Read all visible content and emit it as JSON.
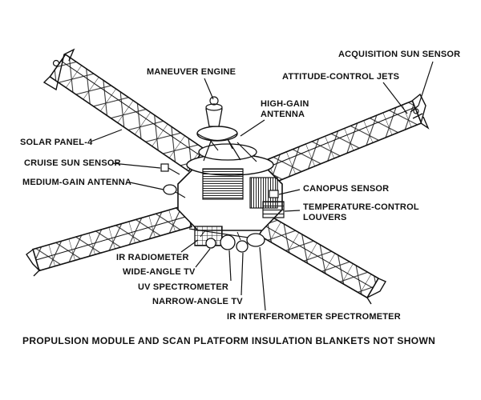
{
  "diagram": {
    "labels": {
      "maneuver_engine": "MANEUVER ENGINE",
      "attitude_control_jets": "ATTITUDE-CONTROL JETS",
      "acquisition_sun_sensor": "ACQUISITION SUN SENSOR",
      "high_gain_antenna": "HIGH-GAIN ANTENNA",
      "solar_panel_4": "SOLAR PANEL-4",
      "cruise_sun_sensor": "CRUISE SUN SENSOR",
      "medium_gain_antenna": "MEDIUM-GAIN ANTENNA",
      "canopus_sensor": "CANOPUS SENSOR",
      "temperature_control_louvers": "TEMPERATURE-CONTROL LOUVERS",
      "ir_radiometer": "IR RADIOMETER",
      "wide_angle_tv": "WIDE-ANGLE TV",
      "uv_spectrometer": "UV SPECTROMETER",
      "narrow_angle_tv": "NARROW-ANGLE TV",
      "ir_interferometer_spectrometer": "IR INTERFEROMETER SPECTROMETER",
      "footnote": "PROPULSION MODULE AND SCAN PLATFORM INSULATION BLANKETS NOT SHOWN"
    },
    "colors": {
      "ink": "#111111",
      "background": "#ffffff"
    }
  }
}
